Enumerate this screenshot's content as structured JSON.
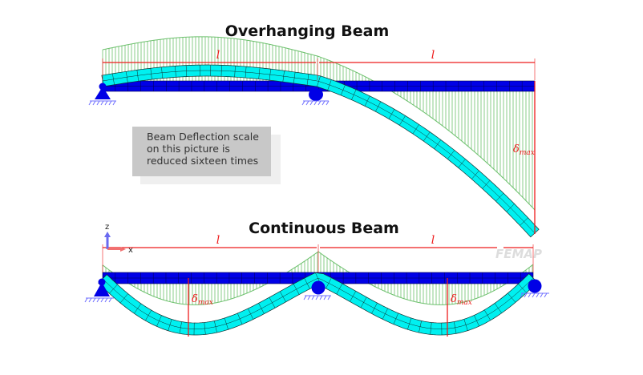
{
  "diagram": {
    "overhanging": {
      "title": "Overhanging Beam",
      "span_labels": [
        "l",
        "l"
      ],
      "deflection_label": "δ",
      "deflection_sub": "max"
    },
    "continuous": {
      "title": "Continuous Beam",
      "span_labels": [
        "l",
        "l"
      ],
      "deflection_label": "δ",
      "deflection_sub": "max"
    },
    "note": {
      "text": "Beam Deflection scale\non this picture is\nreduced sixteen times"
    },
    "axes": {
      "z_label": "z",
      "x_label": "x"
    },
    "watermark": "FEMAP",
    "colors": {
      "undeformed_beam": "#0000e6",
      "deformed_beam": "#00f0f0",
      "deflection_hatch": "#6cc06c",
      "dimension": "#ee1c1c",
      "support": "#0000e6",
      "ground_hatch": "#7070ff"
    }
  }
}
